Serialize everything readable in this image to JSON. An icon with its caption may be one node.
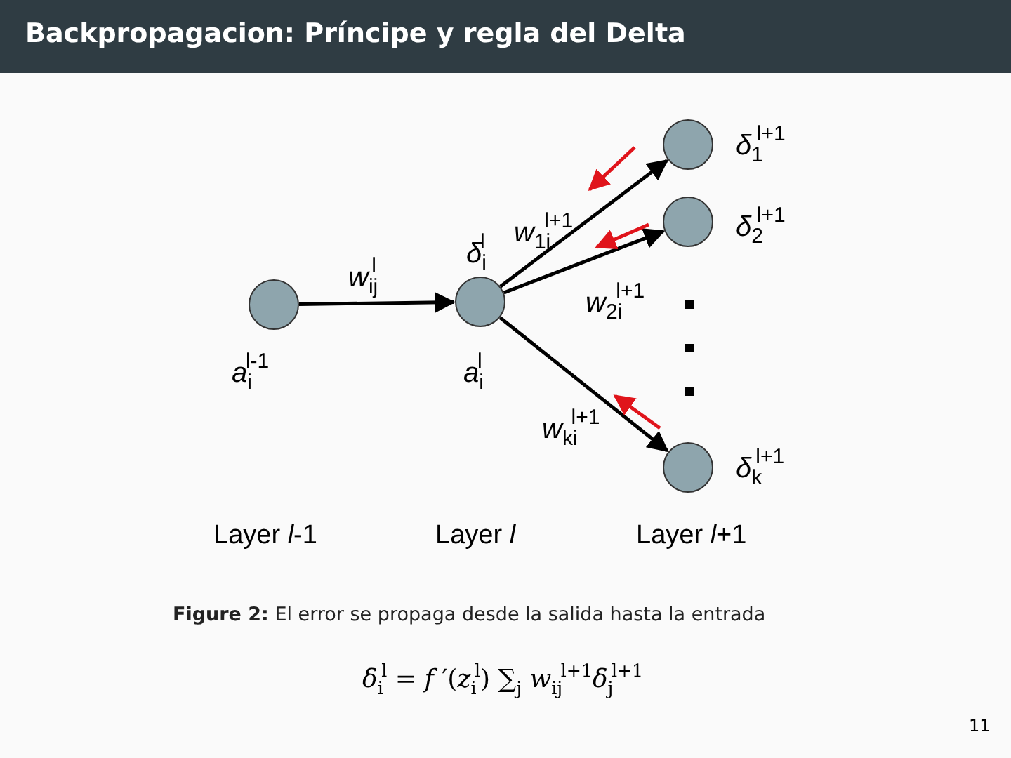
{
  "diagram": {
    "title": "Backpropagacion: Príncipe y regla del Delta",
    "caption": "**Figure 2:** El error se propaga desde la salida hasta la entrada",
    "nodes": [
      {
        "text": [],
        "shape": "circle",
        "beside": [
          "*a*$_{i}$$^{l-1}$"
        ]
      },
      {
        "text": [],
        "shape": "circle",
        "beside": [
          "*δ*$_{i}$$^{l}$",
          "*a*$_{i}$$^{l}$"
        ]
      },
      {
        "text": [],
        "shape": "circle",
        "beside": [
          "*δ*$_{1}$$^{l+1}$"
        ]
      },
      {
        "text": [],
        "shape": "circle",
        "beside": [
          "*δ*$_{2}$$^{l+1}$"
        ]
      },
      {
        "text": [],
        "shape": "circle",
        "beside": [
          "*δ*$_{k}$$^{l+1}$"
        ]
      }
    ],
    "edges": [
      {
        "from": 0,
        "to": 1,
        "arrow": "to",
        "label": "*w*$_{ij}$$^{l}$"
      },
      {
        "from": 1,
        "to": 2,
        "arrow": "to",
        "label": "*w*$_{1i}$$^{l+1}$"
      },
      {
        "from": 1,
        "to": 3,
        "arrow": "to",
        "label": "*w*$_{2i}$$^{l+1}$"
      },
      {
        "from": 1,
        "to": 4,
        "arrow": "to",
        "label": "*w*$_{ki}$$^{l+1}$"
      }
    ],
    "labels": [
      "Layer *l*-1",
      "Layer *l*",
      "Layer *l*+1",
      "*δ*$_{i}$$^{l}$ = *f* ′(*z*$_{i}$$^{l}$) ∑$_{j}$ *w*$_{ij}$$^{l+1}$*δ*$_{j}$$^{l+1}$",
      "11"
    ]
  }
}
